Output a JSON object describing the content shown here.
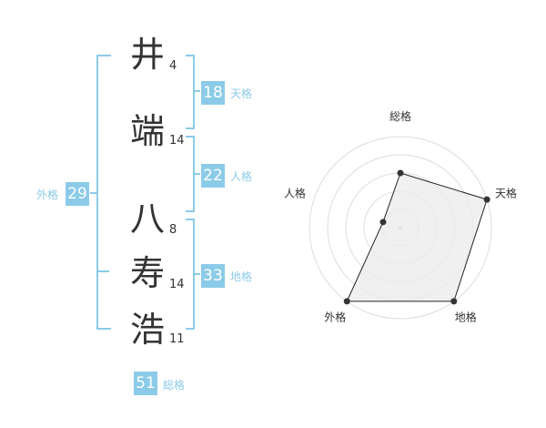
{
  "name_chars": [
    {
      "char": "井",
      "strokes": "4"
    },
    {
      "char": "端",
      "strokes": "14"
    },
    {
      "char": "八",
      "strokes": "8"
    },
    {
      "char": "寿",
      "strokes": "14"
    },
    {
      "char": "浩",
      "strokes": "11"
    }
  ],
  "fortunes": {
    "tenkaku": {
      "value": "18",
      "label": "天格"
    },
    "jinkaku": {
      "value": "22",
      "label": "人格"
    },
    "chikaku": {
      "value": "33",
      "label": "地格"
    },
    "gaikaku": {
      "value": "29",
      "label": "外格"
    },
    "soukaku": {
      "value": "51",
      "label": "総格"
    }
  },
  "colors": {
    "accent": "#8ccbe8",
    "text": "#333333",
    "grid": "#dddddd",
    "fill": "#ececec"
  },
  "chart_data": {
    "type": "radar",
    "axes": [
      "総格",
      "天格",
      "地格",
      "外格",
      "人格"
    ],
    "values": [
      3,
      5,
      5,
      5,
      1
    ],
    "rings": 5,
    "max": 5
  }
}
